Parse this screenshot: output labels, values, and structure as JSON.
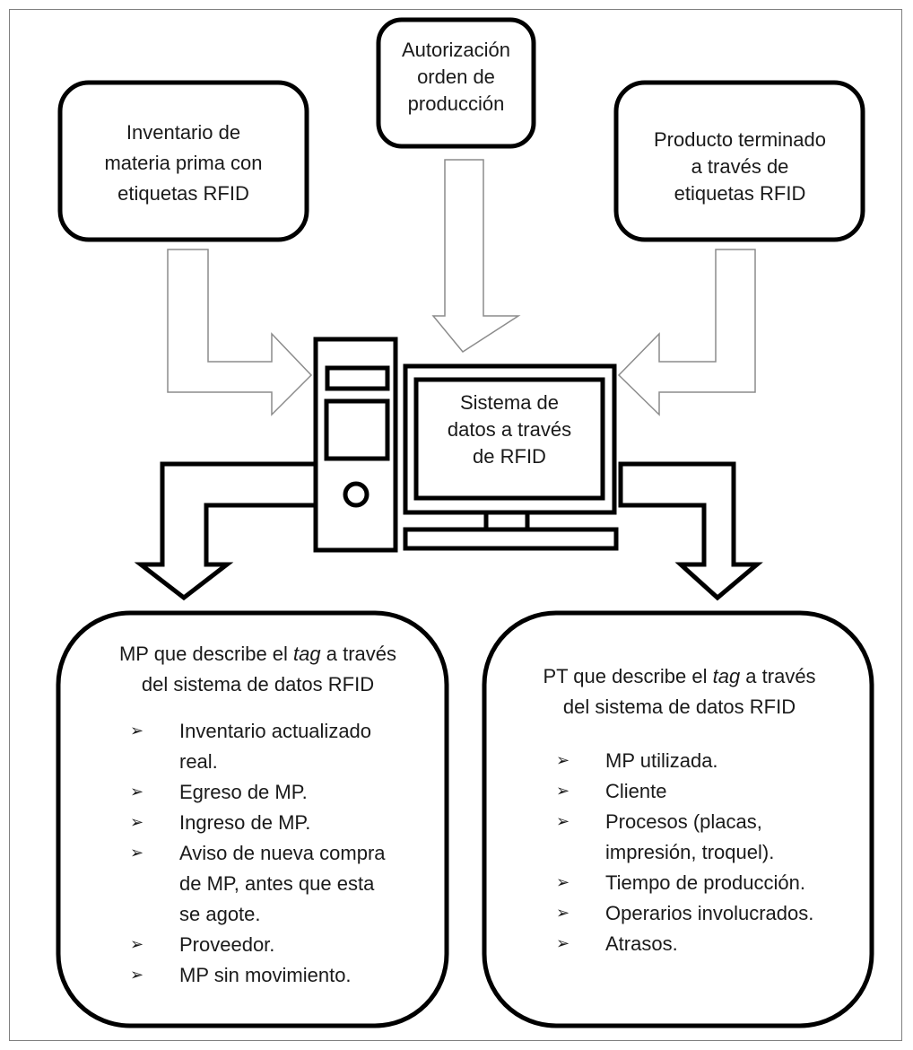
{
  "boxes": {
    "raw_material": "Inventario de\nmateria prima con\netiquetas RFID",
    "authorization": "Autorización\norden de\nproducción",
    "finished_product": "Producto terminado\na través de\netiquetas RFID",
    "system": "Sistema de\ndatos a través\nde RFID"
  },
  "mp_panel": {
    "heading_before": "MP que describe el ",
    "heading_em": "tag",
    "heading_after": " a través\ndel sistema de datos RFID",
    "bullet": "➢",
    "items": [
      "Inventario actualizado\nreal.",
      "Egreso de MP.",
      "Ingreso de MP.",
      "Aviso de nueva compra\nde MP, antes que esta\nse agote.",
      "Proveedor.",
      "MP sin movimiento."
    ]
  },
  "pt_panel": {
    "heading_before": "PT que describe el ",
    "heading_em": "tag",
    "heading_after": " a través\ndel sistema de datos RFID",
    "bullet": "➢",
    "items": [
      "MP utilizada.",
      "Cliente",
      "Procesos (placas,\nimpresión, troquel).",
      "Tiempo de producción.",
      "Operarios involucrados.",
      "Atrasos."
    ]
  }
}
